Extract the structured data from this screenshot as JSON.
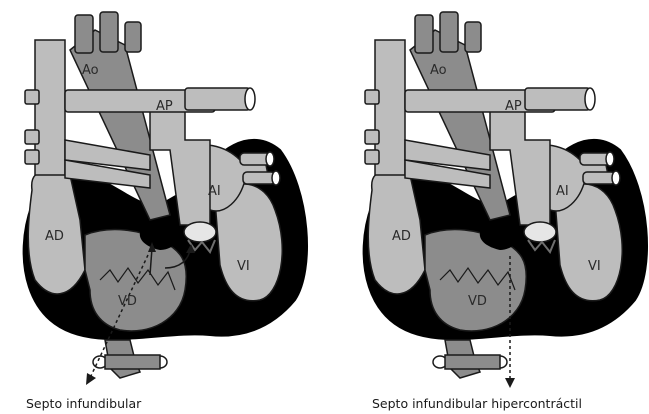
{
  "panels": [
    {
      "labels": {
        "ao": "Ao",
        "ap": "AP",
        "ai": "AI",
        "ad": "AD",
        "vi": "VI",
        "vd": "VD"
      },
      "caption": "Septo infundibular"
    },
    {
      "labels": {
        "ao": "Ao",
        "ap": "AP",
        "ai": "AI",
        "ad": "AD",
        "vi": "VI",
        "vd": "VD"
      },
      "caption": "Septo infundibular hipercontráctil"
    }
  ],
  "colors": {
    "outline": "#1a1a1a",
    "vessel_light": "#bdbdbd",
    "vessel_mid": "#8c8c8c",
    "vessel_dark": "#6e6e6e",
    "wall": "#000000",
    "background": "#ffffff"
  }
}
